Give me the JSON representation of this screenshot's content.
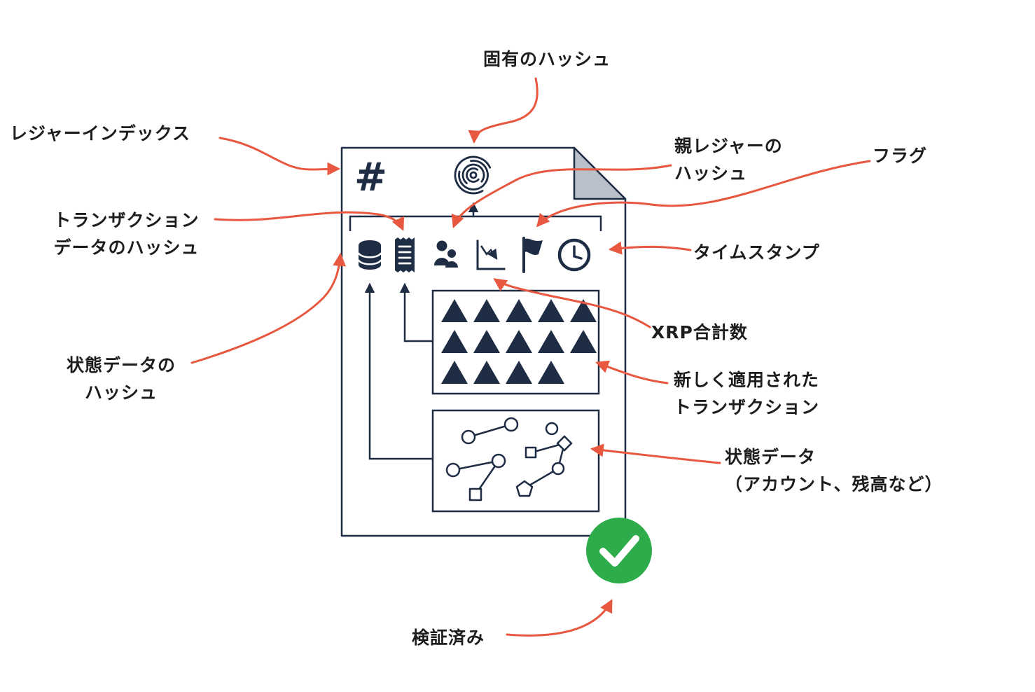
{
  "colors": {
    "ink": "#1e2c44",
    "arrow": "#e8573f",
    "green": "#2eac4b",
    "fold": "#b9c0c9",
    "text": "#1d1d1f"
  },
  "document": {
    "index_symbol": "#"
  },
  "labels": {
    "unique_hash": "固有のハッシュ",
    "ledger_index": "レジャーインデックス",
    "parent_ledger_hash": "親レジャーの\nハッシュ",
    "flags": "フラグ",
    "transaction_data_hash": "トランザクション\nデータのハッシュ",
    "timestamp": "タイムスタンプ",
    "state_data_hash": "状態データの\nハッシュ",
    "total_xrp": "XRP合計数",
    "new_transactions": "新しく適用された\nトランザクション",
    "state_data": "状態データ\n（アカウント、残高など）",
    "validated": "検証済み"
  },
  "icons": [
    "hash",
    "fingerprint",
    "database",
    "receipt",
    "people",
    "chart-down",
    "flag",
    "clock",
    "check"
  ],
  "transactions_box": {
    "triangle_rows": [
      5,
      5,
      4
    ]
  }
}
